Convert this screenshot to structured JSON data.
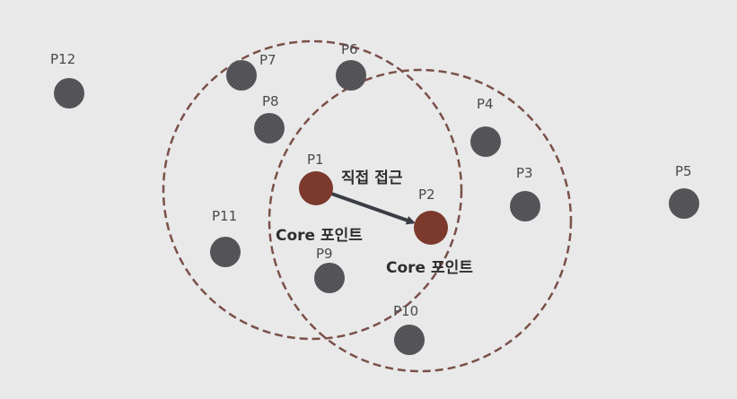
{
  "colors": {
    "background": "#e9e9ea",
    "neighbor_point": "#4f4f52",
    "core_point": "#7b3a2c",
    "circle_border": "#7a5048",
    "arrow": "#3b3d45",
    "label": "#4a4a4a"
  },
  "points": [
    {
      "id": "p12",
      "label": "P12",
      "type": "neighbor"
    },
    {
      "id": "p7",
      "label": "P7",
      "type": "neighbor"
    },
    {
      "id": "p6",
      "label": "P6",
      "type": "neighbor"
    },
    {
      "id": "p8",
      "label": "P8",
      "type": "neighbor"
    },
    {
      "id": "p4",
      "label": "P4",
      "type": "neighbor"
    },
    {
      "id": "p1",
      "label": "P1",
      "type": "core"
    },
    {
      "id": "p2",
      "label": "P2",
      "type": "core"
    },
    {
      "id": "p3",
      "label": "P3",
      "type": "neighbor"
    },
    {
      "id": "p5",
      "label": "P5",
      "type": "neighbor"
    },
    {
      "id": "p11",
      "label": "P11",
      "type": "neighbor"
    },
    {
      "id": "p9",
      "label": "P9",
      "type": "neighbor"
    },
    {
      "id": "p10",
      "label": "P10",
      "type": "neighbor"
    }
  ],
  "annotations": {
    "direct_access": "직접 접근",
    "core_point_p1": "Core 포인트",
    "core_point_p2": "Core 포인트"
  }
}
